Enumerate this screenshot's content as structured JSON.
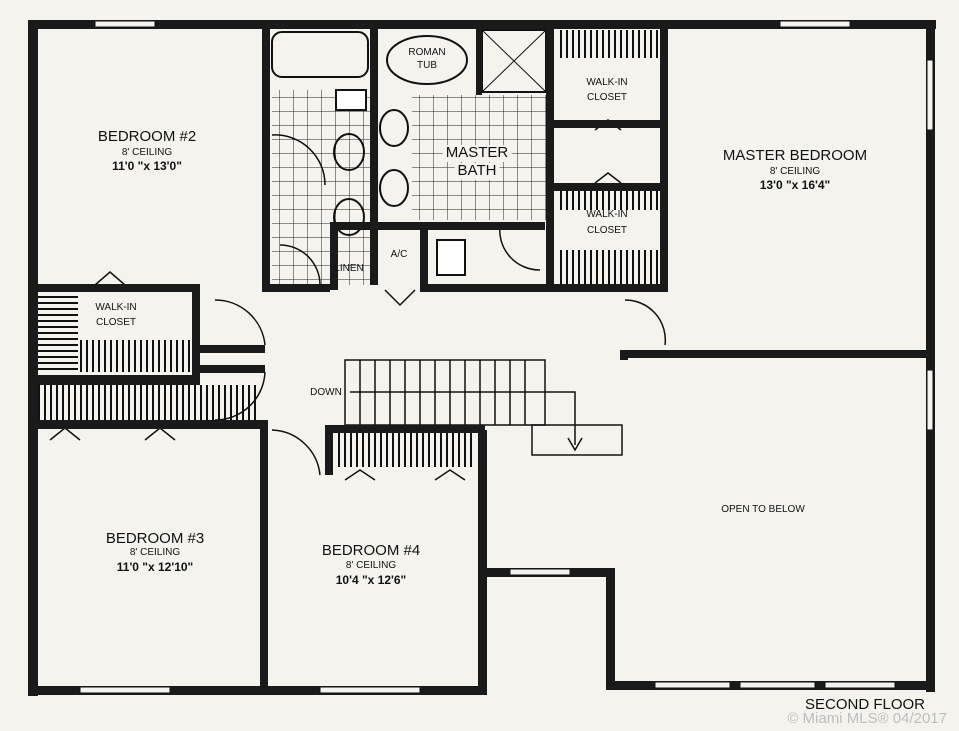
{
  "title": "SECOND FLOOR",
  "watermark": "© Miami MLS® 04/2017",
  "rooms": {
    "bedroom2": {
      "name": "BEDROOM #2",
      "ceiling": "8' CEILING",
      "size": "11'0 \"x 13'0\""
    },
    "bedroom3": {
      "name": "BEDROOM #3",
      "ceiling": "8' CEILING",
      "size": "11'0 \"x 12'10\""
    },
    "bedroom4": {
      "name": "BEDROOM #4",
      "ceiling": "8' CEILING",
      "size": "10'4 \"x 12'6\""
    },
    "master_bedroom": {
      "name": "MASTER BEDROOM",
      "ceiling": "8' CEILING",
      "size": "13'0 \"x 16'4\""
    },
    "master_bath": {
      "line1": "MASTER",
      "line2": "BATH"
    },
    "roman_tub": {
      "line1": "ROMAN",
      "line2": "TUB"
    },
    "walkin_closet_1": {
      "line1": "WALK-IN",
      "line2": "CLOSET"
    },
    "walkin_closet_2": {
      "line1": "WALK-IN",
      "line2": "CLOSET"
    },
    "walkin_closet_3": {
      "line1": "WALK-IN",
      "line2": "CLOSET"
    },
    "linen": "LINEN",
    "ac": "A/C",
    "stairs": "DOWN",
    "open": "OPEN TO BELOW"
  }
}
